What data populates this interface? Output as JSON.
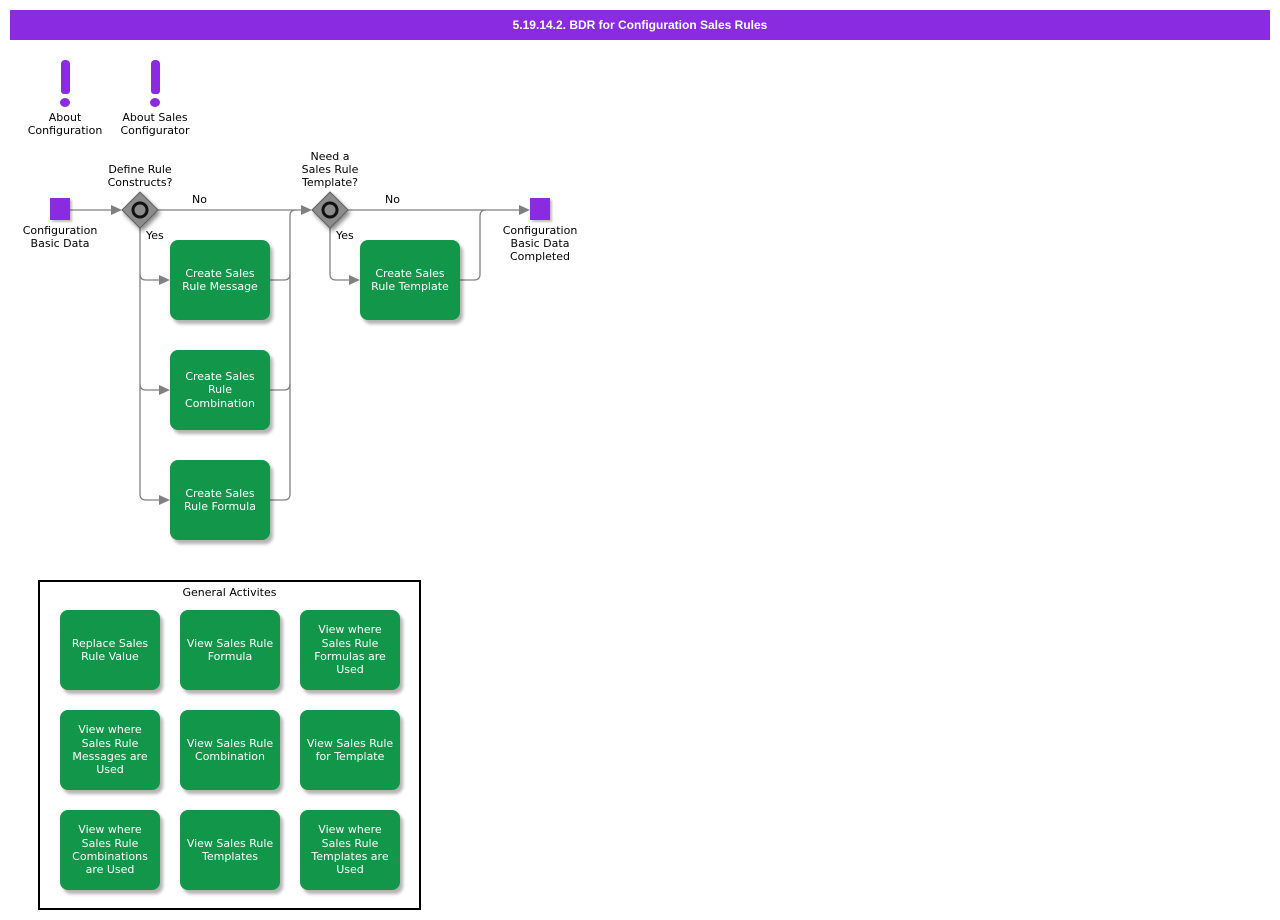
{
  "title_bar": {
    "text": "5.19.14.2. BDR for Configuration Sales Rules"
  },
  "colors": {
    "accent_purple": "#8A2BE2",
    "task_green": "#129649",
    "connector_gray": "#808080",
    "gateway_gray": "#8c8c8c",
    "text_black": "#000000",
    "task_text_white": "#ffffff"
  },
  "info_links": [
    {
      "icon": "exclamation-icon",
      "label": "About\nConfiguration"
    },
    {
      "icon": "exclamation-icon",
      "label": "About Sales\nConfigurator"
    }
  ],
  "flowchart": {
    "start": {
      "label": "Configuration\nBasic Data"
    },
    "end": {
      "label": "Configuration\nBasic Data\nCompleted"
    },
    "decisions": [
      {
        "question": "Define Rule\nConstructs?",
        "no_label": "No",
        "yes_label": "Yes"
      },
      {
        "question": "Need a\nSales Rule\nTemplate?",
        "no_label": "No",
        "yes_label": "Yes"
      }
    ],
    "tasks": [
      {
        "label": "Create Sales Rule Message"
      },
      {
        "label": "Create Sales Rule Combination"
      },
      {
        "label": "Create Sales Rule Formula"
      },
      {
        "label": "Create Sales Rule Template"
      }
    ]
  },
  "general_activities": {
    "title": "General Activites",
    "items": [
      "Replace Sales Rule Value",
      "View Sales Rule Formula",
      "View where Sales Rule Formulas are Used",
      "View where Sales Rule Messages are Used",
      "View Sales Rule Combination",
      "View Sales Rule for Template",
      "View where Sales Rule Combinations are Used",
      "View Sales Rule Templates",
      "View where Sales Rule Templates are Used"
    ]
  }
}
